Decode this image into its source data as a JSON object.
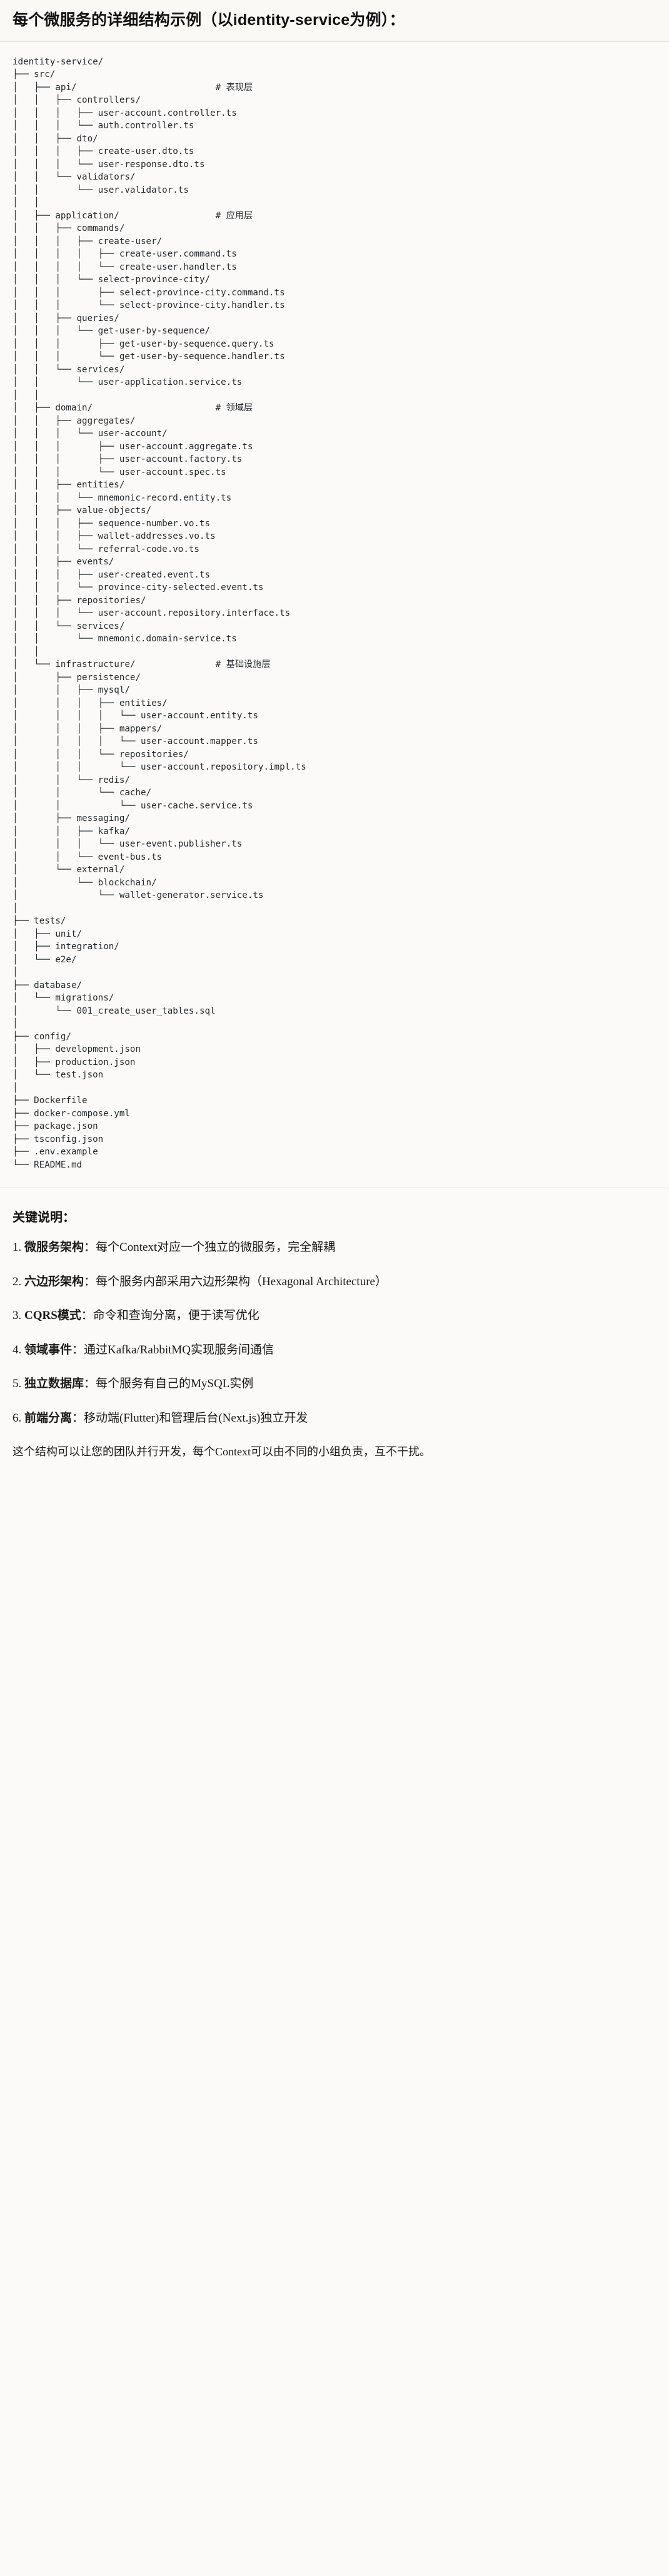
{
  "header": {
    "title": "每个微服务的详细结构示例（以identity-service为例）："
  },
  "code_block": {
    "language": "text",
    "content": "identity-service/\n├── src/\n│   ├── api/                          # 表现层\n│   │   ├── controllers/\n│   │   │   ├── user-account.controller.ts\n│   │   │   └── auth.controller.ts\n│   │   ├── dto/\n│   │   │   ├── create-user.dto.ts\n│   │   │   └── user-response.dto.ts\n│   │   └── validators/\n│   │       └── user.validator.ts\n│   │\n│   ├── application/                  # 应用层\n│   │   ├── commands/\n│   │   │   ├── create-user/\n│   │   │   │   ├── create-user.command.ts\n│   │   │   │   └── create-user.handler.ts\n│   │   │   └── select-province-city/\n│   │   │       ├── select-province-city.command.ts\n│   │   │       └── select-province-city.handler.ts\n│   │   ├── queries/\n│   │   │   └── get-user-by-sequence/\n│   │   │       ├── get-user-by-sequence.query.ts\n│   │   │       └── get-user-by-sequence.handler.ts\n│   │   └── services/\n│   │       └── user-application.service.ts\n│   │\n│   ├── domain/                       # 领域层\n│   │   ├── aggregates/\n│   │   │   └── user-account/\n│   │   │       ├── user-account.aggregate.ts\n│   │   │       ├── user-account.factory.ts\n│   │   │       └── user-account.spec.ts\n│   │   ├── entities/\n│   │   │   └── mnemonic-record.entity.ts\n│   │   ├── value-objects/\n│   │   │   ├── sequence-number.vo.ts\n│   │   │   ├── wallet-addresses.vo.ts\n│   │   │   └── referral-code.vo.ts\n│   │   ├── events/\n│   │   │   ├── user-created.event.ts\n│   │   │   └── province-city-selected.event.ts\n│   │   ├── repositories/\n│   │   │   └── user-account.repository.interface.ts\n│   │   └── services/\n│   │       └── mnemonic.domain-service.ts\n│   │\n│   └── infrastructure/               # 基础设施层\n│       ├── persistence/\n│       │   ├── mysql/\n│       │   │   ├── entities/\n│       │   │   │   └── user-account.entity.ts\n│       │   │   ├── mappers/\n│       │   │   │   └── user-account.mapper.ts\n│       │   │   └── repositories/\n│       │   │       └── user-account.repository.impl.ts\n│       │   └── redis/\n│       │       └── cache/\n│       │           └── user-cache.service.ts\n│       ├── messaging/\n│       │   ├── kafka/\n│       │   │   └── user-event.publisher.ts\n│       │   └── event-bus.ts\n│       └── external/\n│           └── blockchain/\n│               └── wallet-generator.service.ts\n│\n├── tests/\n│   ├── unit/\n│   ├── integration/\n│   └── e2e/\n│\n├── database/\n│   └── migrations/\n│       └── 001_create_user_tables.sql\n│\n├── config/\n│   ├── development.json\n│   ├── production.json\n│   └── test.json\n│\n├── Dockerfile\n├── docker-compose.yml\n├── package.json\n├── tsconfig.json\n├── .env.example\n└── README.md"
  },
  "notes": {
    "heading": "关键说明：",
    "items": [
      {
        "term": "微服务架构",
        "text": "：每个Context对应一个独立的微服务，完全解耦"
      },
      {
        "term": "六边形架构",
        "text": "：每个服务内部采用六边形架构（Hexagonal Architecture）"
      },
      {
        "term": "CQRS模式",
        "text": "：命令和查询分离，便于读写优化"
      },
      {
        "term": "领域事件",
        "text": "：通过Kafka/RabbitMQ实现服务间通信"
      },
      {
        "term": "独立数据库",
        "text": "：每个服务有自己的MySQL实例"
      },
      {
        "term": "前端分离",
        "text": "：移动端(Flutter)和管理后台(Next.js)独立开发"
      }
    ],
    "closing": "这个结构可以让您的团队并行开发，每个Context可以由不同的小组负责，互不干扰。"
  }
}
